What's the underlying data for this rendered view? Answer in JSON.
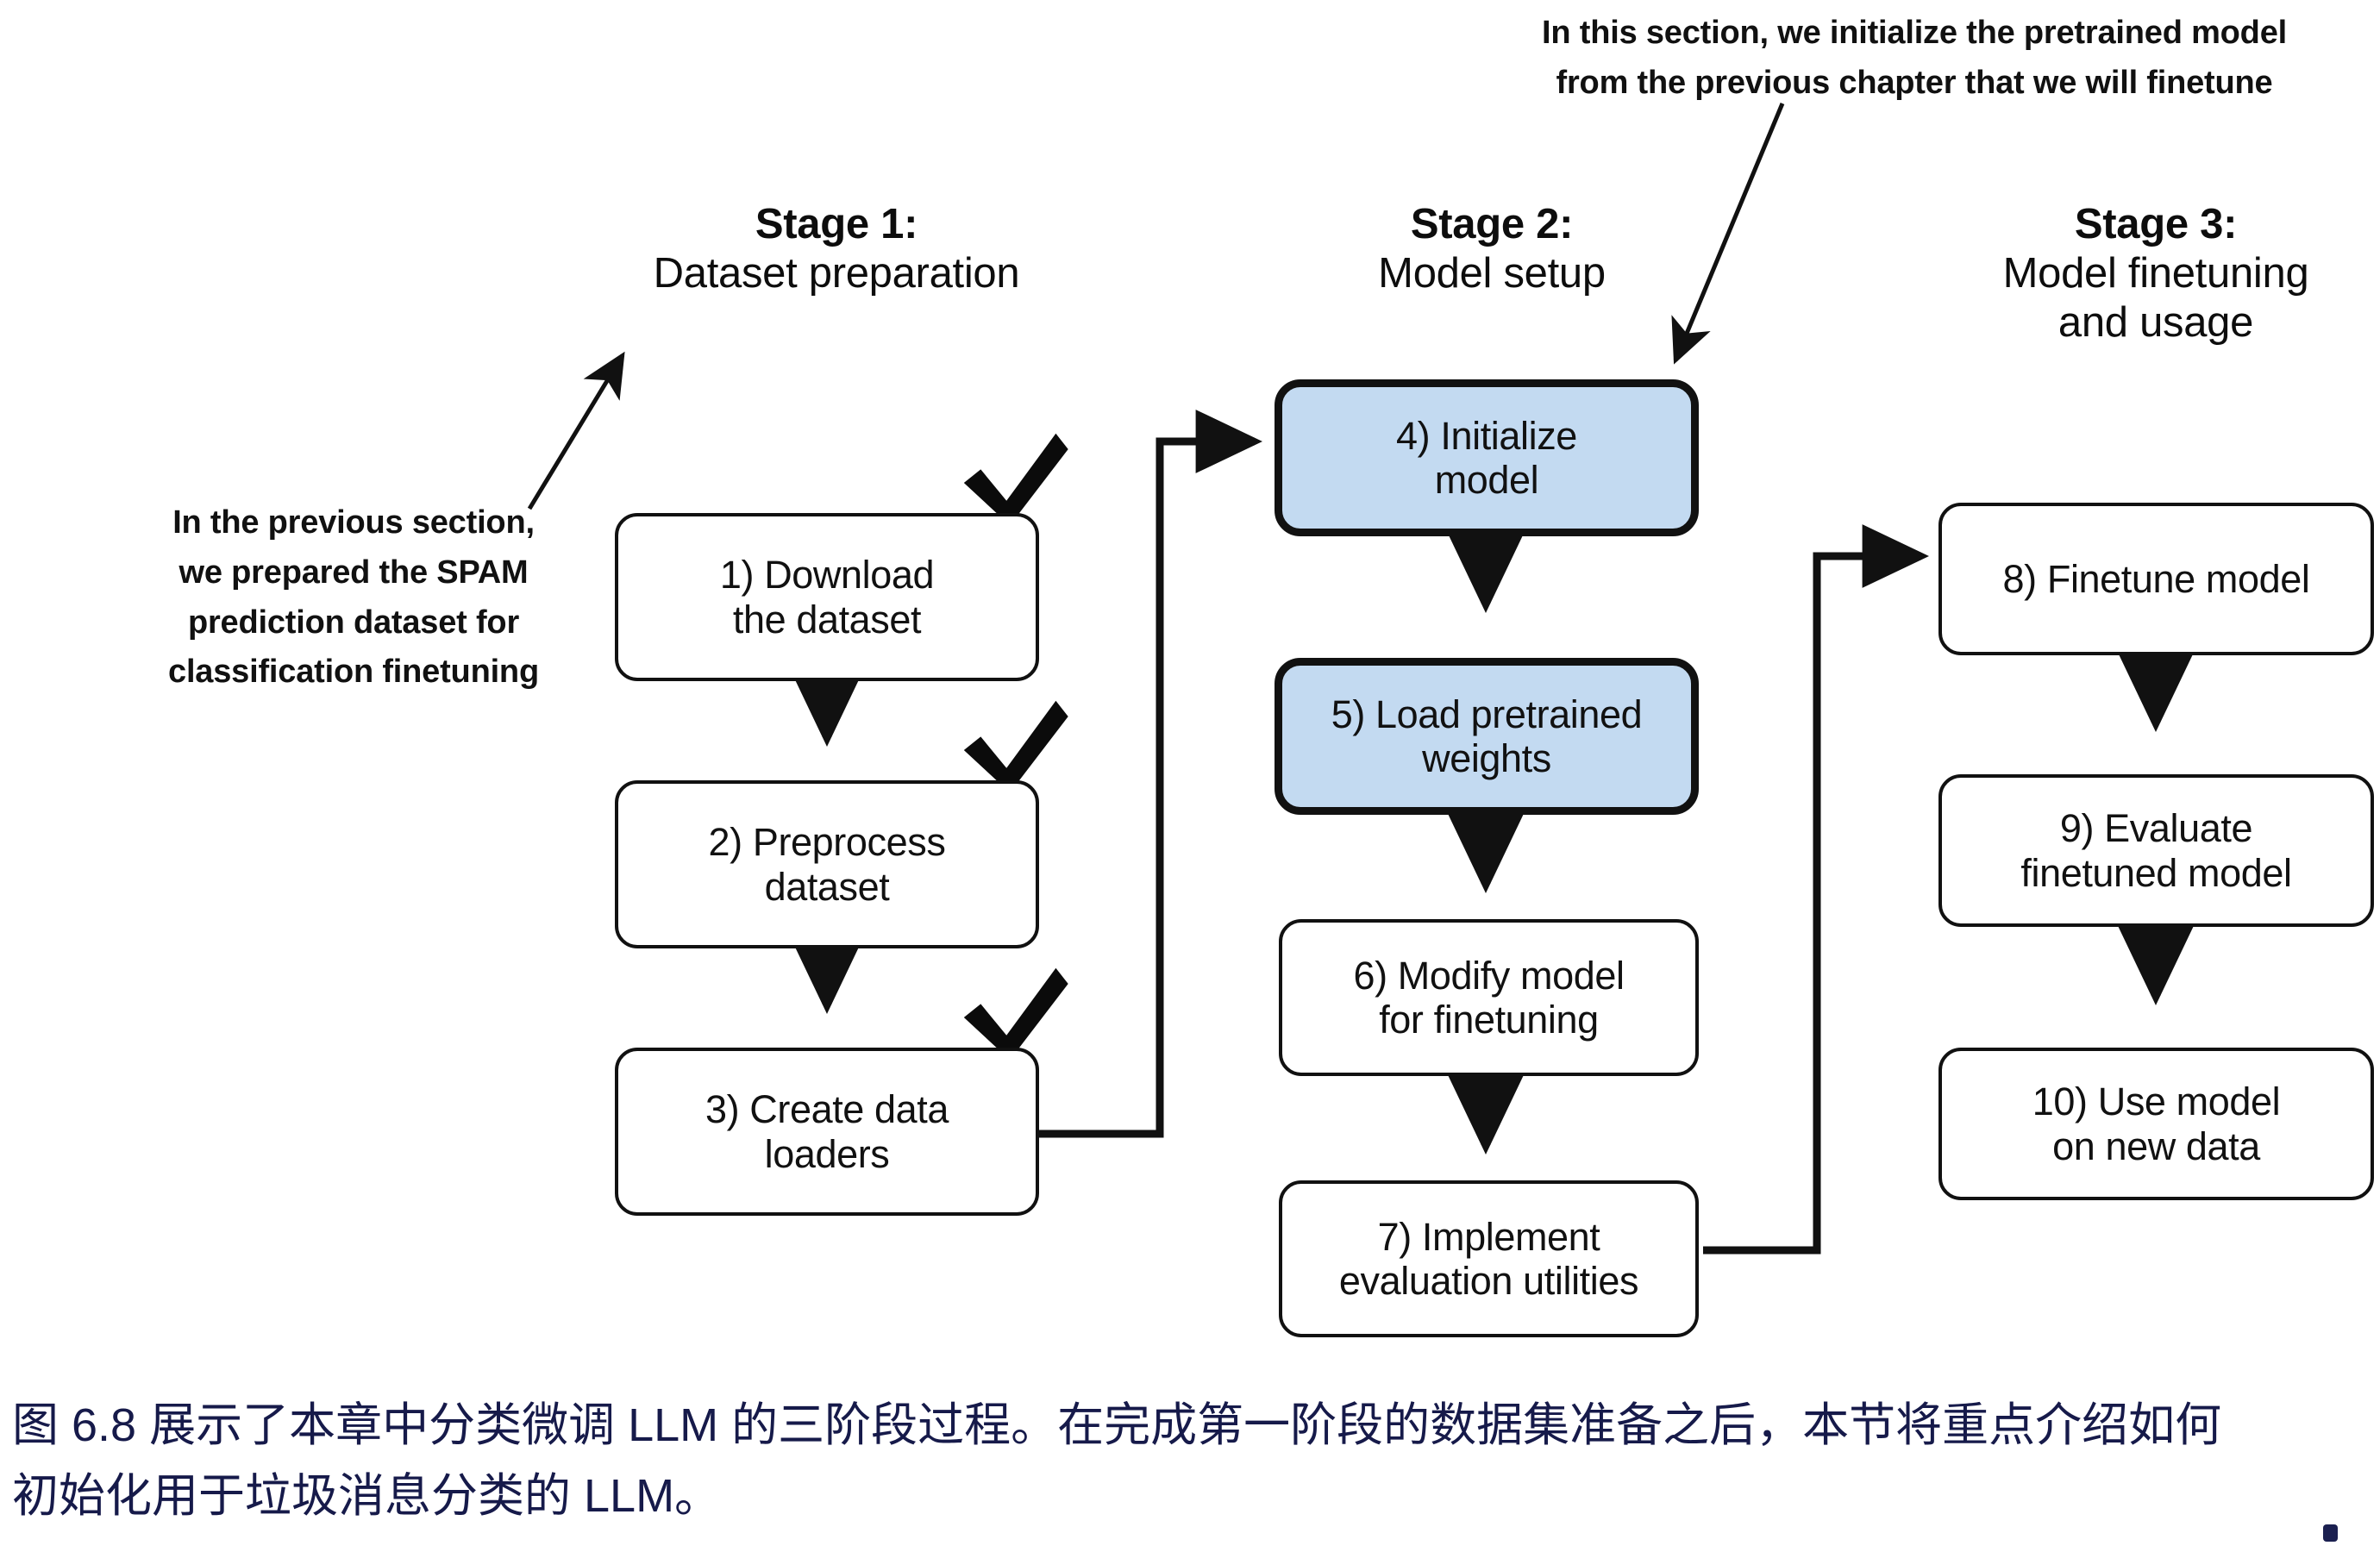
{
  "figure": {
    "stages": [
      {
        "title": "Stage 1:",
        "subtitle": "Dataset preparation"
      },
      {
        "title": "Stage 2:",
        "subtitle": "Model setup"
      },
      {
        "title": "Stage 3:",
        "subtitle": "Model finetuning\nand usage"
      }
    ],
    "stage3_sub_line1": "Model finetuning",
    "stage3_sub_line2": "and usage",
    "nodes": {
      "n1_line1": "1) Download",
      "n1_line2": "the dataset",
      "n2_line1": "2) Preprocess",
      "n2_line2": "dataset",
      "n3_line1": "3) Create data",
      "n3_line2": "loaders",
      "n4_line1": "4) Initialize",
      "n4_line2": "model",
      "n5_line1": "5) Load pretrained",
      "n5_line2": "weights",
      "n6_line1": "6) Modify model",
      "n6_line2": "for finetuning",
      "n7_line1": "7) Implement",
      "n7_line2": "evaluation utilities",
      "n8_line1": "8) Finetune model",
      "n9_line1": "9) Evaluate",
      "n9_line2": "finetuned model",
      "n10_line1": "10) Use model",
      "n10_line2": "on new data"
    },
    "callouts": {
      "left_line1": "In the previous section,",
      "left_line2": "we prepared the SPAM",
      "left_line3": "prediction dataset for",
      "left_line4": "classification finetuning",
      "top_line1": "In this section, we initialize the pretrained model",
      "top_line2": "from the previous chapter that we will finetune"
    },
    "marks": {
      "check1": "check-mark",
      "check2": "check-mark",
      "check3": "check-mark"
    },
    "colors": {
      "accent_fill": "#c3daf1",
      "stroke": "#111111",
      "caption_text": "#161a4a",
      "background": "#ffffff"
    }
  },
  "caption": {
    "line1": "图 6.8 展示了本章中分类微调 LLM 的三阶段过程。在完成第一阶段的数据集准备之后，本节将重点介绍如何",
    "line2": "初始化用于垃圾消息分类的 LLM。"
  }
}
